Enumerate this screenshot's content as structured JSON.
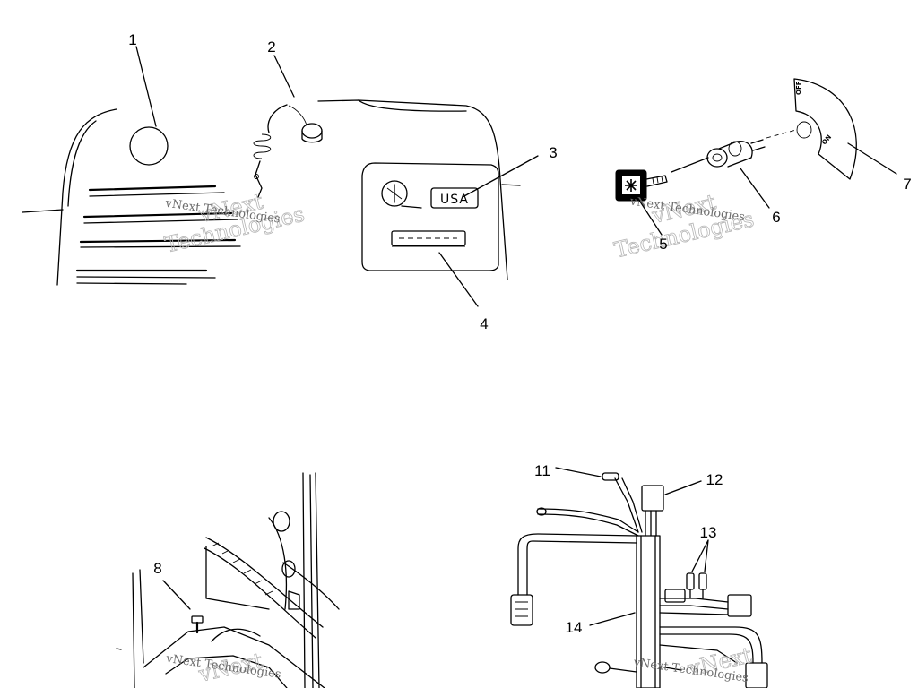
{
  "callouts": {
    "c1": "1",
    "c2": "2",
    "c3": "3",
    "c4": "4",
    "c5": "5",
    "c6": "6",
    "c7": "7",
    "c8": "8",
    "c11": "11",
    "c12": "12",
    "c13": "13",
    "c14": "14"
  },
  "decals": {
    "usa": "USA",
    "switch_off": "OFF",
    "switch_on": "ON"
  },
  "watermark": {
    "line1": "vNext Technologies",
    "line2": "vNext",
    "line3": "Technologies"
  }
}
